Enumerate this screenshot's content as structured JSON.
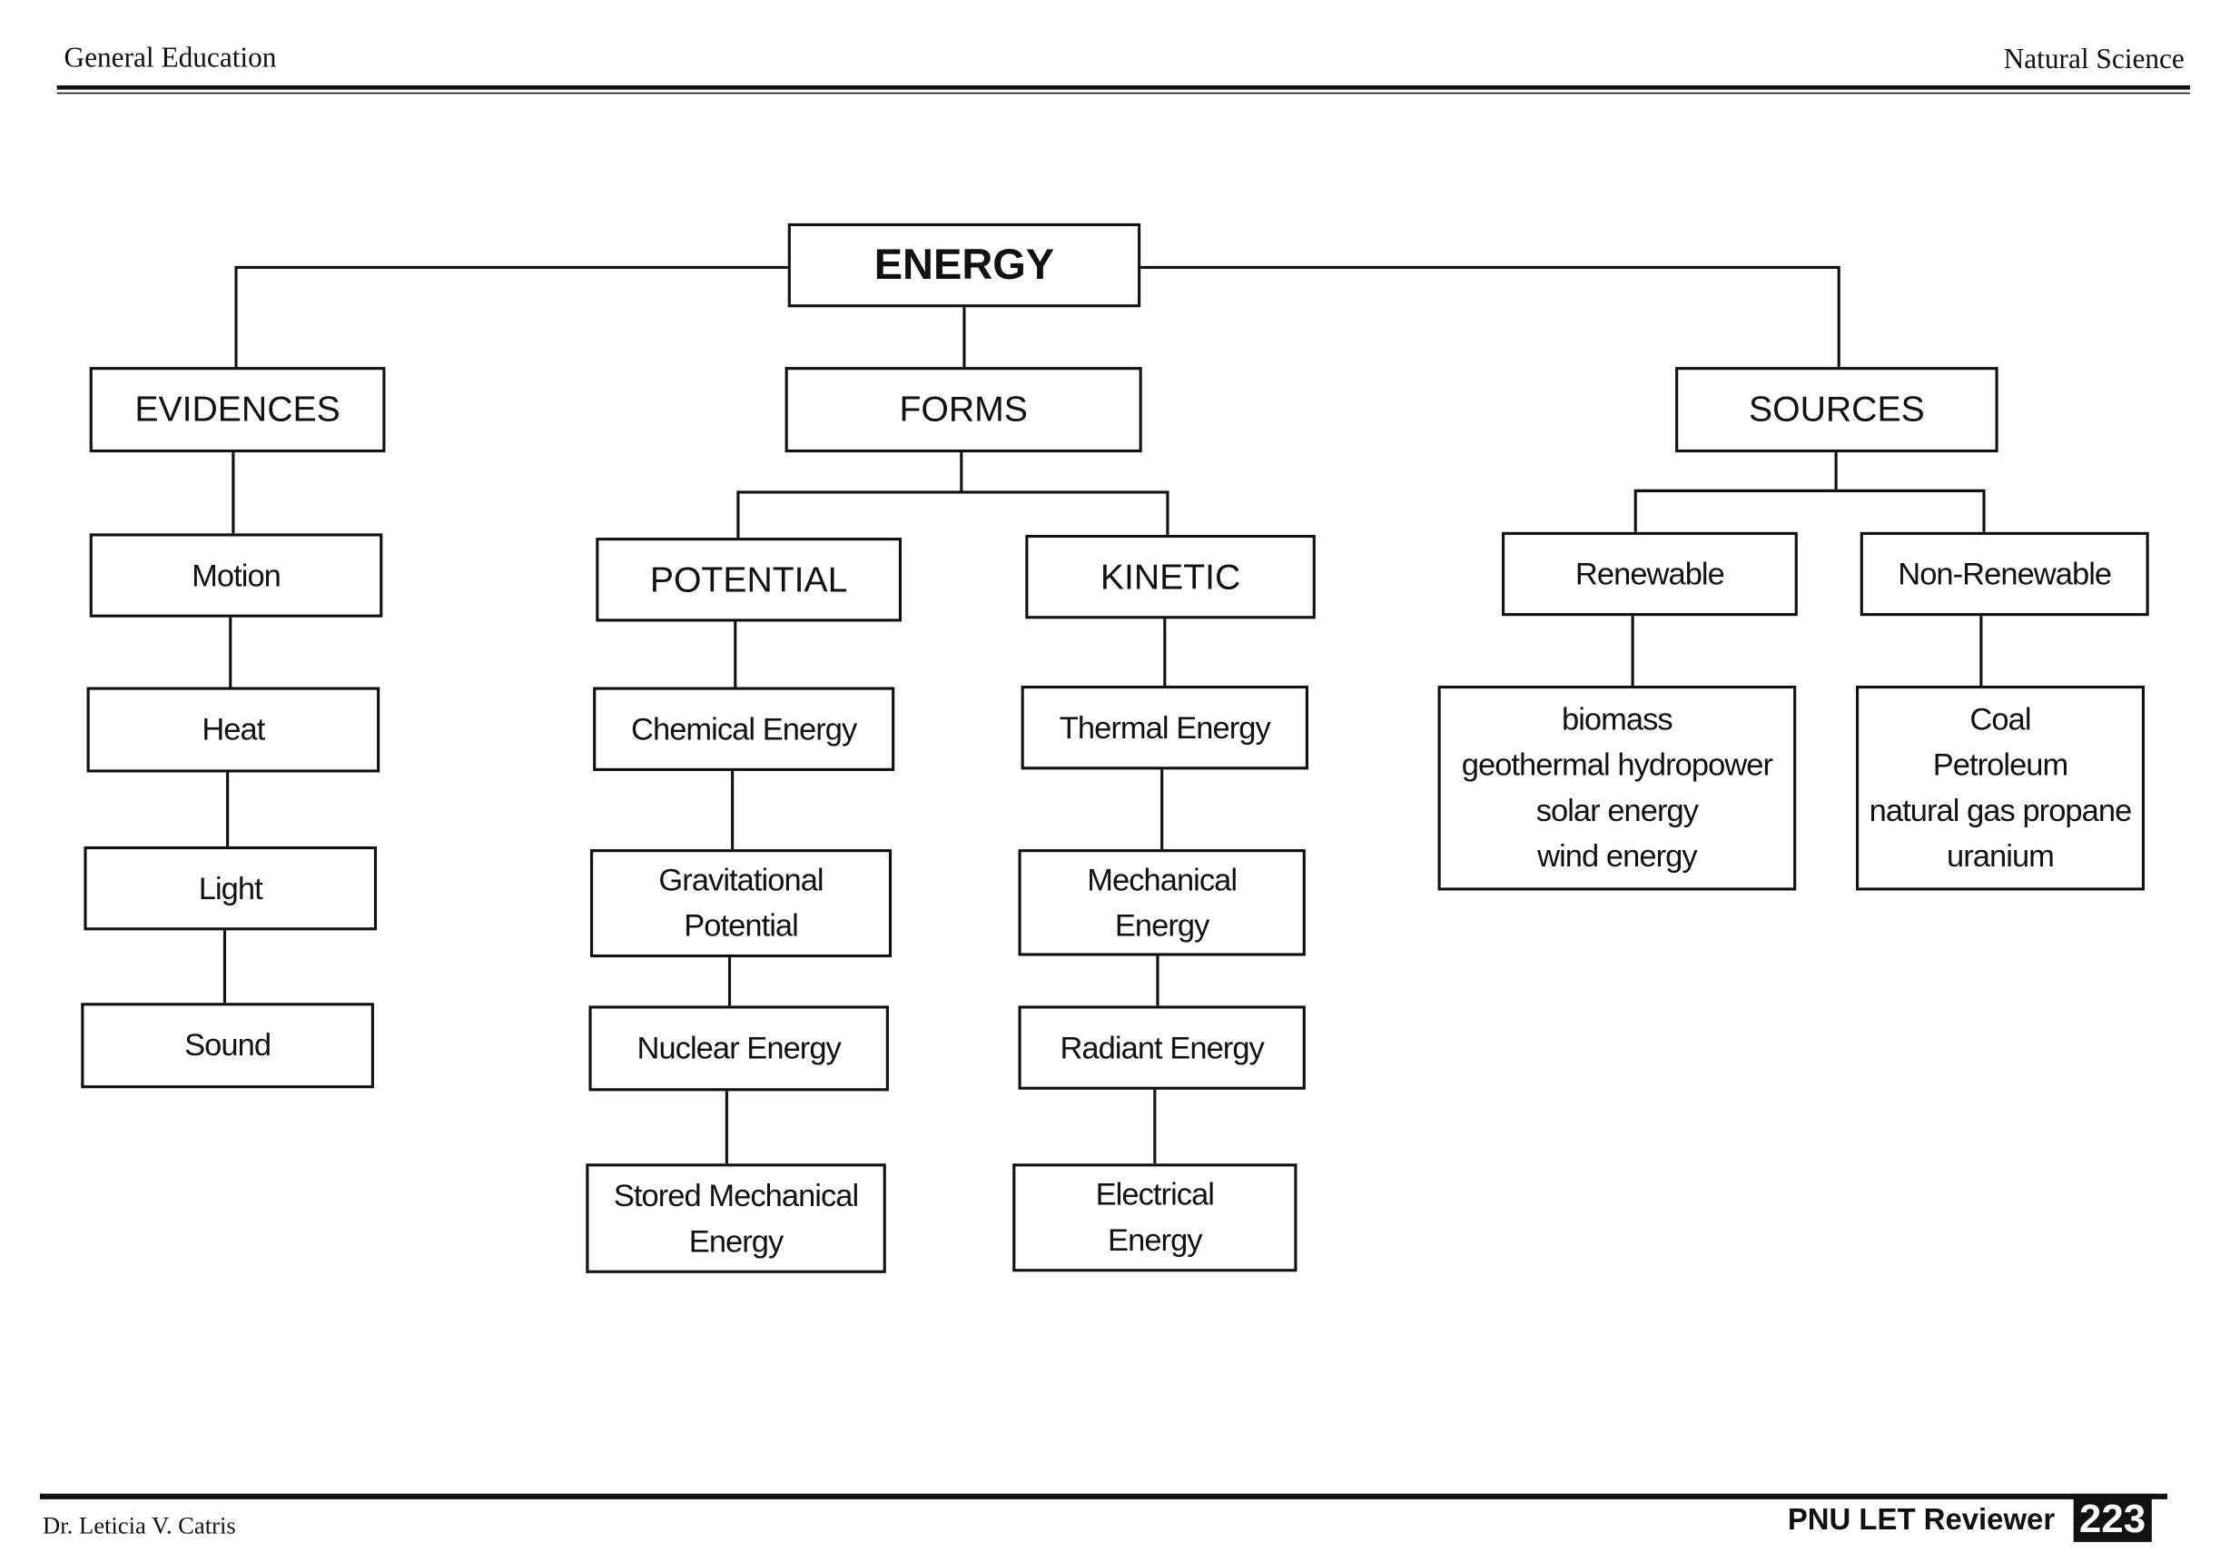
{
  "header": {
    "left": "General Education",
    "right": "Natural Science"
  },
  "diagram": {
    "root": "ENERGY",
    "evidences": {
      "title": "EVIDENCES",
      "items": [
        "Motion",
        "Heat",
        "Light",
        "Sound"
      ]
    },
    "forms": {
      "title": "FORMS",
      "potential": {
        "title": "POTENTIAL",
        "items": [
          "Chemical Energy",
          "Gravitational Potential",
          "Nuclear Energy",
          "Stored Mechanical Energy"
        ]
      },
      "kinetic": {
        "title": "KINETIC",
        "items": [
          "Thermal Energy",
          "Mechanical Energy",
          "Radiant Energy",
          "Electrical Energy"
        ]
      }
    },
    "sources": {
      "title": "SOURCES",
      "renewable": {
        "title": "Renewable",
        "items": [
          "biomass",
          "geothermal hydropower",
          "solar energy",
          "wind energy"
        ]
      },
      "non_renewable": {
        "title": "Non-Renewable",
        "items": [
          "Coal",
          "Petroleum",
          "natural gas propane",
          "uranium"
        ]
      }
    }
  },
  "footer": {
    "author": "Dr. Leticia V. Catris",
    "book": "PNU LET Reviewer",
    "page": "223"
  }
}
